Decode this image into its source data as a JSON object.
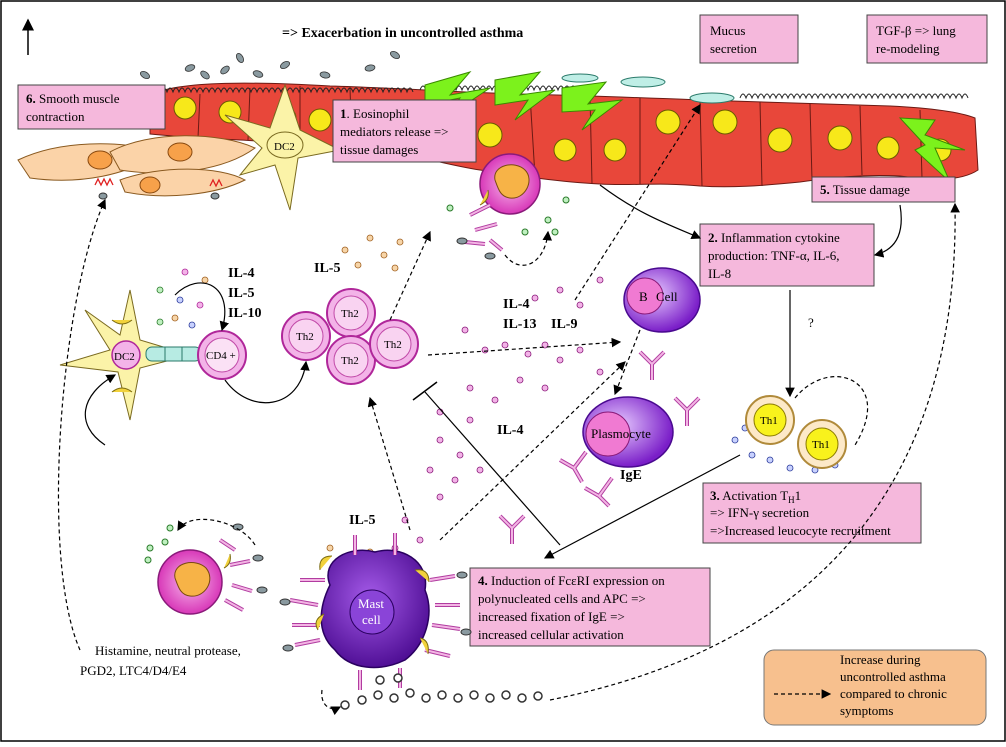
{
  "title": "=> Exacerbation in uncontrolled asthma",
  "boxes": {
    "mucus": [
      "Mucus",
      "secretion"
    ],
    "tgf": [
      "TGF-β => lung",
      "re-modeling"
    ],
    "smooth": {
      "num": "6.",
      "text": "Smooth muscle",
      "line2": "contraction"
    },
    "eosinophil": {
      "num": "1",
      "text": ". Eosinophil",
      "line2": "mediators release   =>",
      "line3": "tissue damages"
    },
    "tissue_damage": {
      "num": "5.",
      "text": "Tissue damage"
    },
    "inflammation": {
      "num": "2.",
      "text": "Inflammation cytokine",
      "line2": "production: TNF-α, IL-6,",
      "line3": "IL-8"
    },
    "activation": {
      "num": "3.",
      "text": "Activation T",
      "sub": "H",
      "after": "1",
      "line2": "=> IFN-γ secretion",
      "line3": "=>Increased leucocyte recruitment"
    },
    "induction": {
      "num": "4.",
      "text": "Induction of FcεRI expression on",
      "line2": "polynucleated cells and APC =>",
      "line3": "increased fixation of IgE =>",
      "line4": "increased cellular activation"
    }
  },
  "labels": {
    "il4_il5_il10": [
      "IL-4",
      "IL-5",
      "IL-10"
    ],
    "il5_top": "IL-5",
    "il4_il13": [
      "IL-4",
      "IL-13"
    ],
    "il9": "IL-9",
    "il4_mid": "IL-4",
    "il5_bottom": "IL-5",
    "ige": "IgE",
    "question": "?",
    "mediators": [
      "Histamine, neutral protease,",
      "PGD2, LTC4/D4/E4"
    ]
  },
  "cells": {
    "dc2_top": "DC2",
    "dc2_left": "DC2",
    "cd4": "CD4 +",
    "th2": [
      "Th2",
      "Th2",
      "Th2",
      "Th2"
    ],
    "b_cell": [
      "B",
      "Cell"
    ],
    "plasmocyte": "Plasmocyte",
    "th1": [
      "Th1",
      "Th1"
    ],
    "mast": [
      "Mast",
      "cell"
    ]
  },
  "legend": [
    "Increase during",
    "uncontrolled asthma",
    "compared to chronic",
    "symptoms"
  ],
  "colors": {
    "box_fill": "#f5b8dc",
    "legend_fill": "#f7c08e",
    "epithelium": "#e8473a",
    "nucleus": "#f7e81a",
    "bolt": "#7cf21c",
    "antibody": "#b13ca0",
    "mast_cell": "#7a1ec8"
  }
}
